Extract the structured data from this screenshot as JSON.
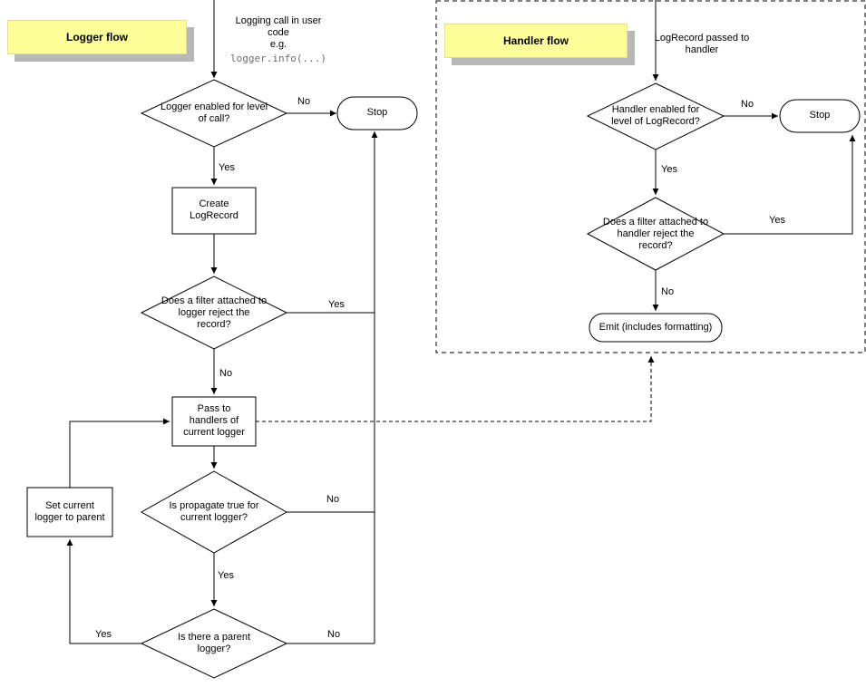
{
  "logger_flow": {
    "title": "Logger flow",
    "start": {
      "lines": [
        "Logging call in user",
        "code",
        "e.g."
      ],
      "code": "logger.info(...)"
    },
    "nodes": {
      "level_check": "Logger enabled for level of call?",
      "stop": "Stop",
      "create_record": "Create LogRecord",
      "filter_check": "Does a filter attached to logger reject the record?",
      "pass_handlers": "Pass to handlers of current logger",
      "propagate_check": "Is propagate true for current logger?",
      "parent_check": "Is there a parent logger?",
      "set_parent": "Set current logger to parent"
    },
    "edges": {
      "no1": "No",
      "yes1": "Yes",
      "yes2": "Yes",
      "no2": "No",
      "no3": "No",
      "yes3": "Yes",
      "no4": "No",
      "yes4": "Yes"
    }
  },
  "handler_flow": {
    "title": "Handler flow",
    "start_text": "LogRecord passed to handler",
    "nodes": {
      "level_check": "Handler enabled for level of LogRecord?",
      "stop": "Stop",
      "filter_check": "Does a filter attached to handler reject the record?",
      "emit": "Emit (includes formatting)"
    },
    "edges": {
      "no1": "No",
      "yes1": "Yes",
      "yes2": "Yes",
      "no2": "No"
    }
  },
  "colors": {
    "label_fill": "#ffff99",
    "label_shadow": "#b8b8b8",
    "line": "#000000",
    "node_fill": "#ffffff"
  }
}
